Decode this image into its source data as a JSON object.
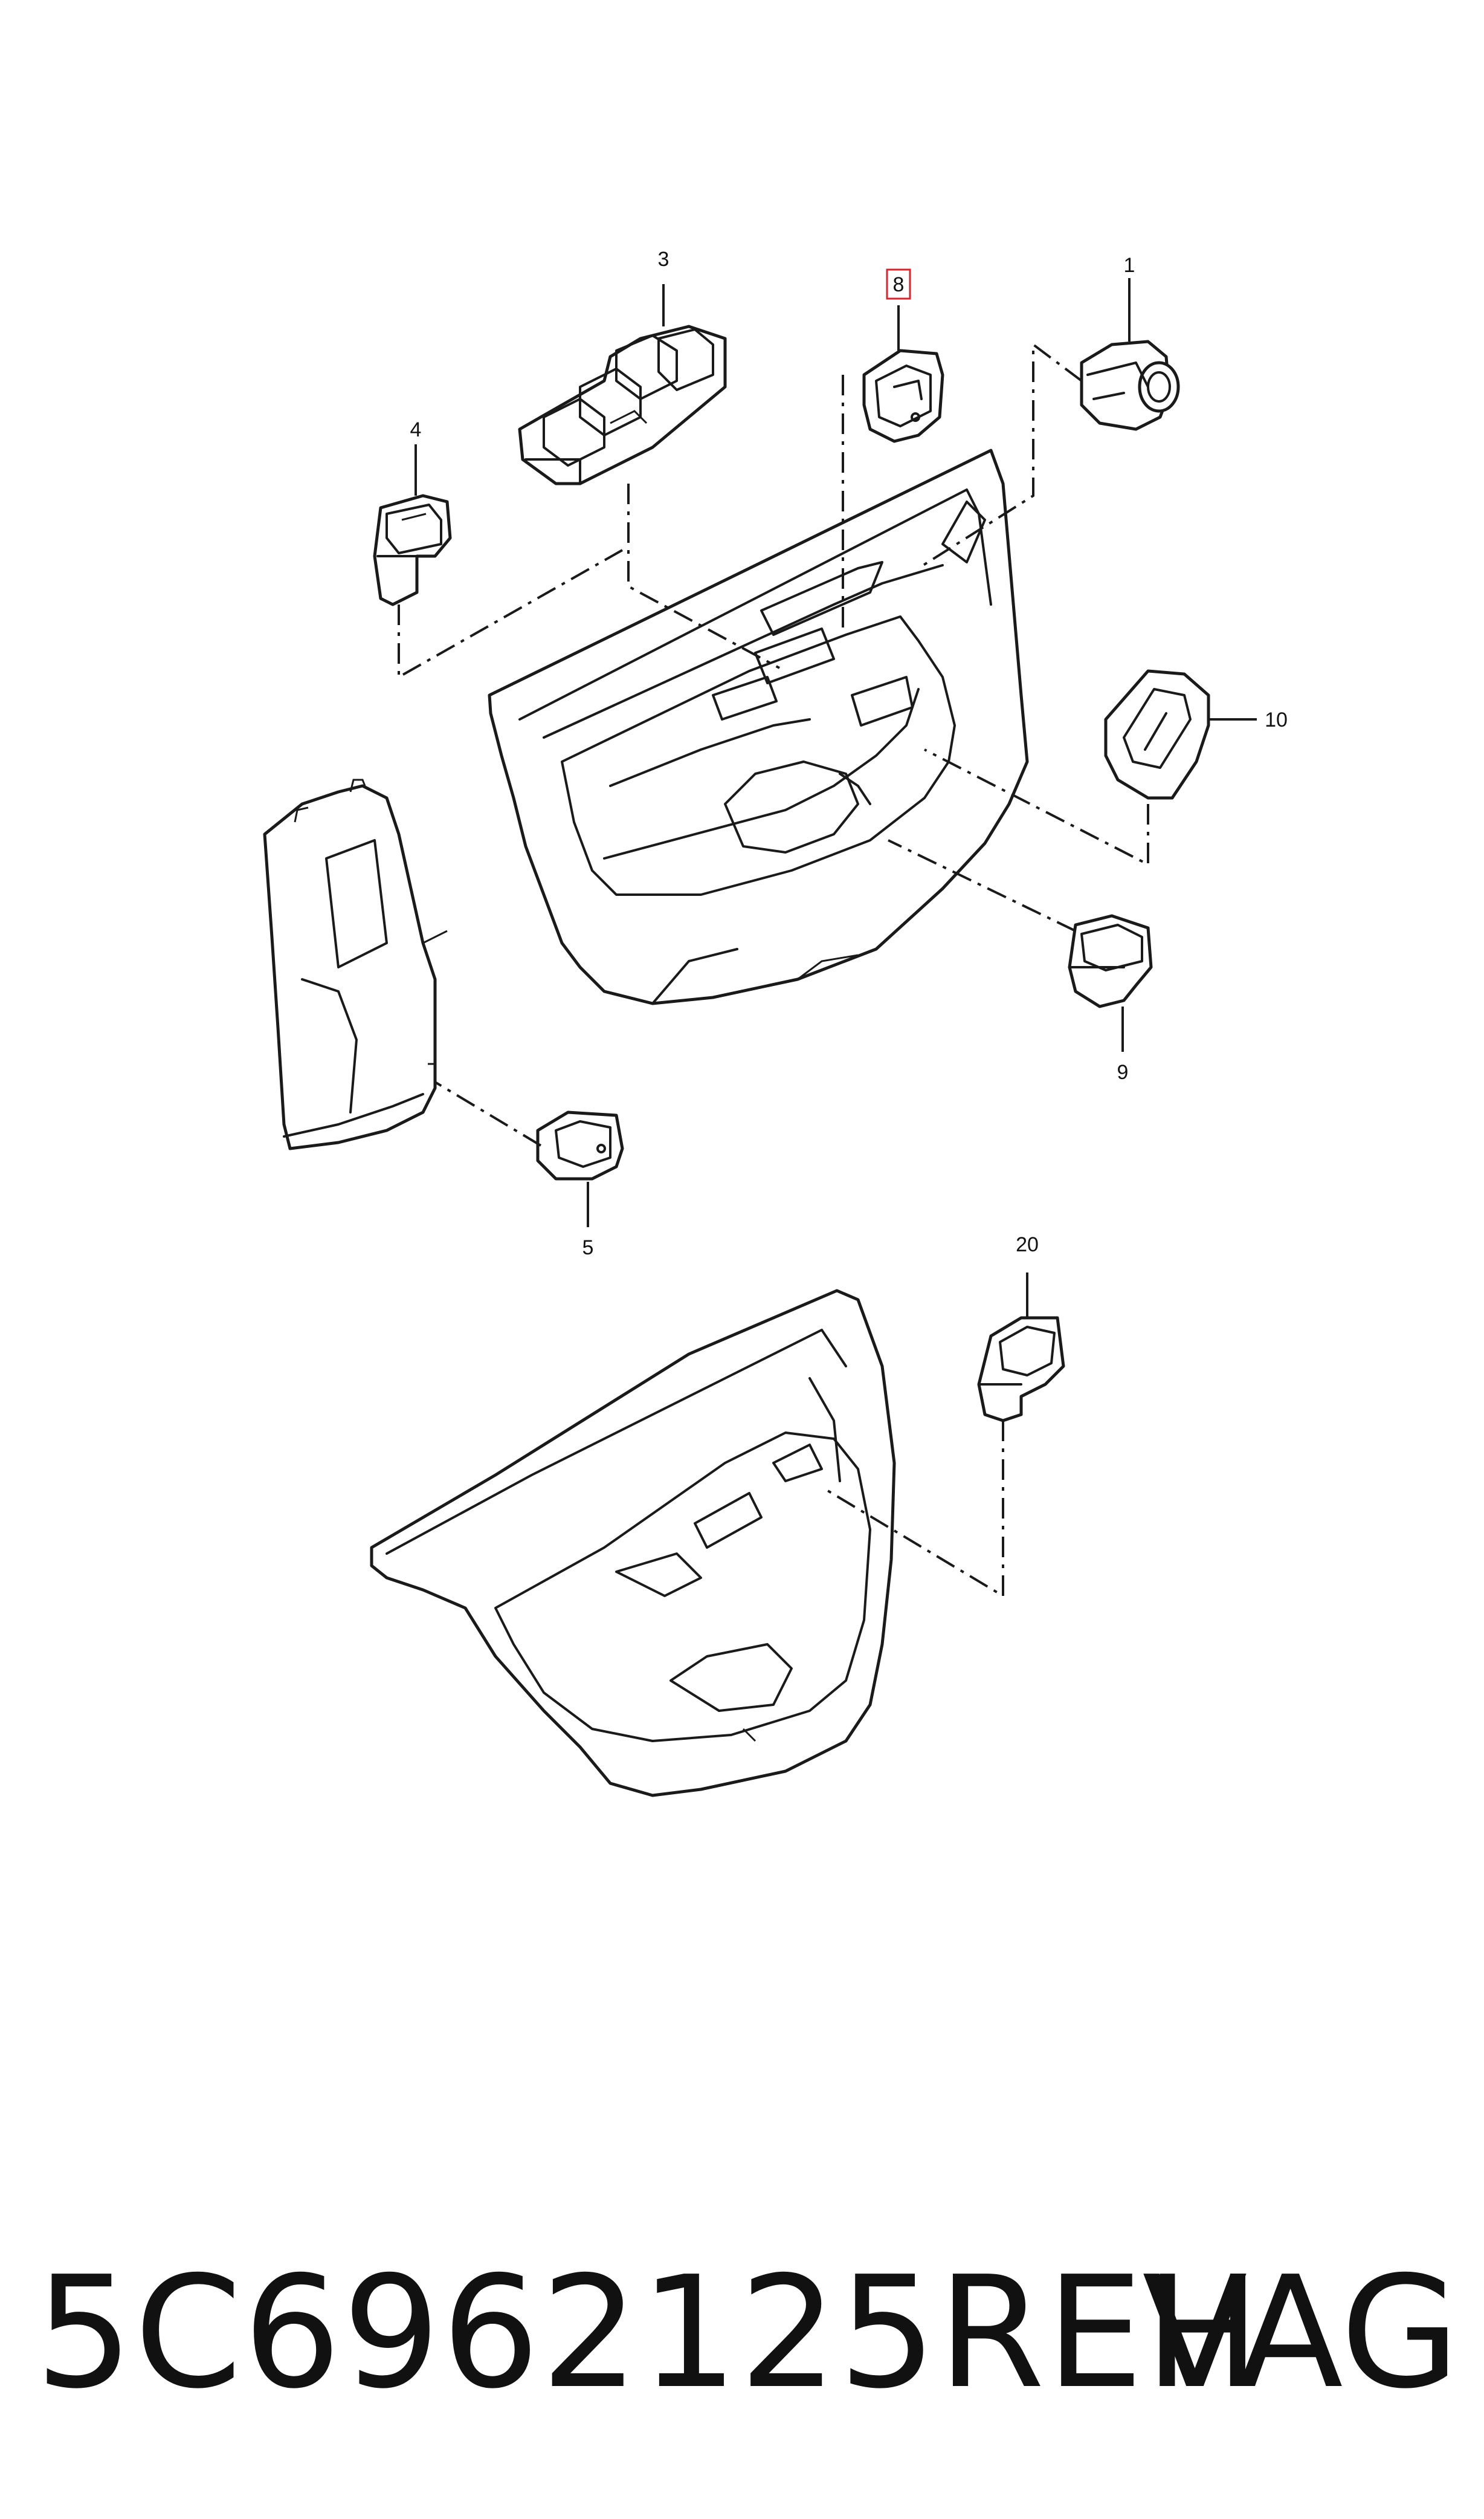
{
  "callouts": [
    {
      "id": "1",
      "label": "1",
      "highlighted": false
    },
    {
      "id": "3",
      "label": "3",
      "highlighted": false
    },
    {
      "id": "4",
      "label": "4",
      "highlighted": false
    },
    {
      "id": "5",
      "label": "5",
      "highlighted": false
    },
    {
      "id": "8",
      "label": "8",
      "highlighted": true
    },
    {
      "id": "9",
      "label": "9",
      "highlighted": false
    },
    {
      "id": "10",
      "label": "10",
      "highlighted": false
    },
    {
      "id": "20",
      "label": "20",
      "highlighted": false
    }
  ],
  "footer": {
    "part_number": "5C6962125REH",
    "brand": "VAG"
  },
  "colors": {
    "line": "#1a1a1a",
    "highlight": "#e0202a",
    "background": "#ffffff"
  }
}
